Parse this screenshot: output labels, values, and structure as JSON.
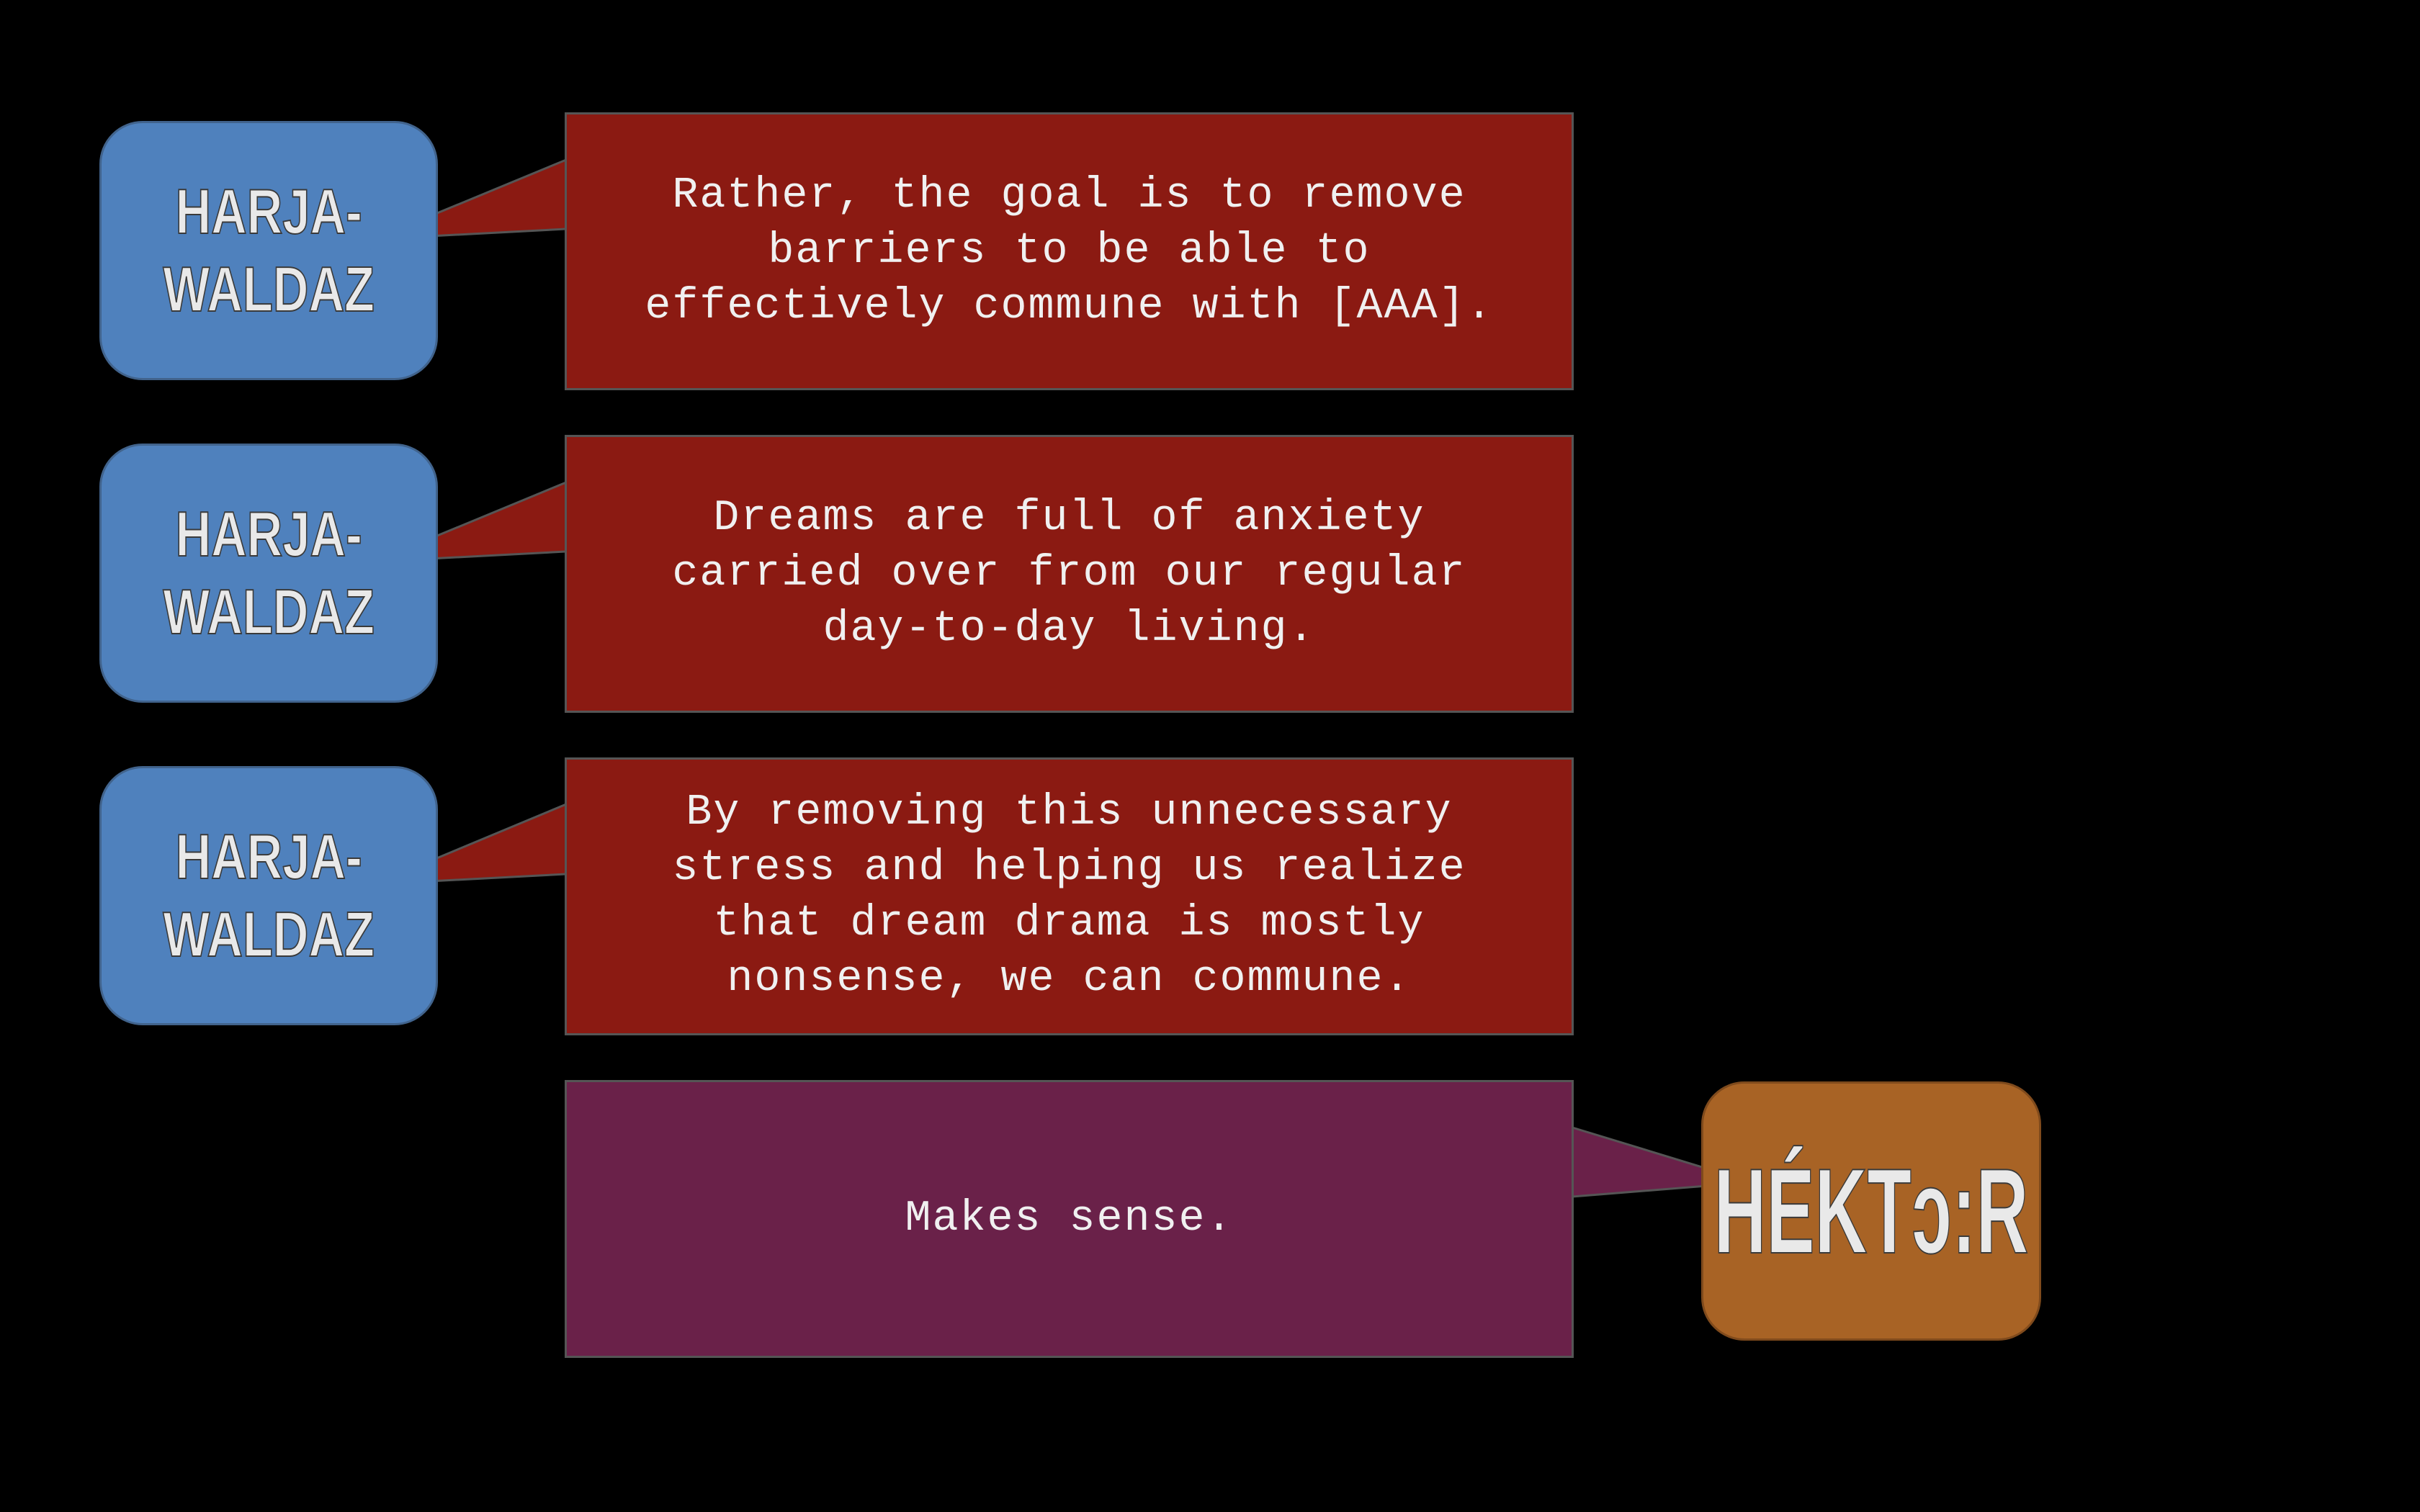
{
  "colors": {
    "background": "#000000",
    "speaker_a_fill": "#4f81bd",
    "speaker_b_fill": "#a86325",
    "bubble_a_fill": "#8b1a12",
    "bubble_b_fill": "#6a2149",
    "text": "#f0f0f0"
  },
  "dialogue": [
    {
      "speaker": {
        "line1": "HARJA-",
        "line2": "WALDAZ"
      },
      "text": "Rather, the goal is to remove\nbarriers to be able to\neffectively commune with [AAA]."
    },
    {
      "speaker": {
        "line1": "HARJA-",
        "line2": "WALDAZ"
      },
      "text": "Dreams are full of anxiety\ncarried over from our regular\nday-to-day living."
    },
    {
      "speaker": {
        "line1": "HARJA-",
        "line2": "WALDAZ"
      },
      "text": "By removing this unnecessary\nstress and helping us realize\nthat dream drama is mostly\nnonsense, we can commune."
    },
    {
      "speaker": {
        "line1": "HÉKTɔ:R"
      },
      "text": "Makes sense."
    }
  ]
}
